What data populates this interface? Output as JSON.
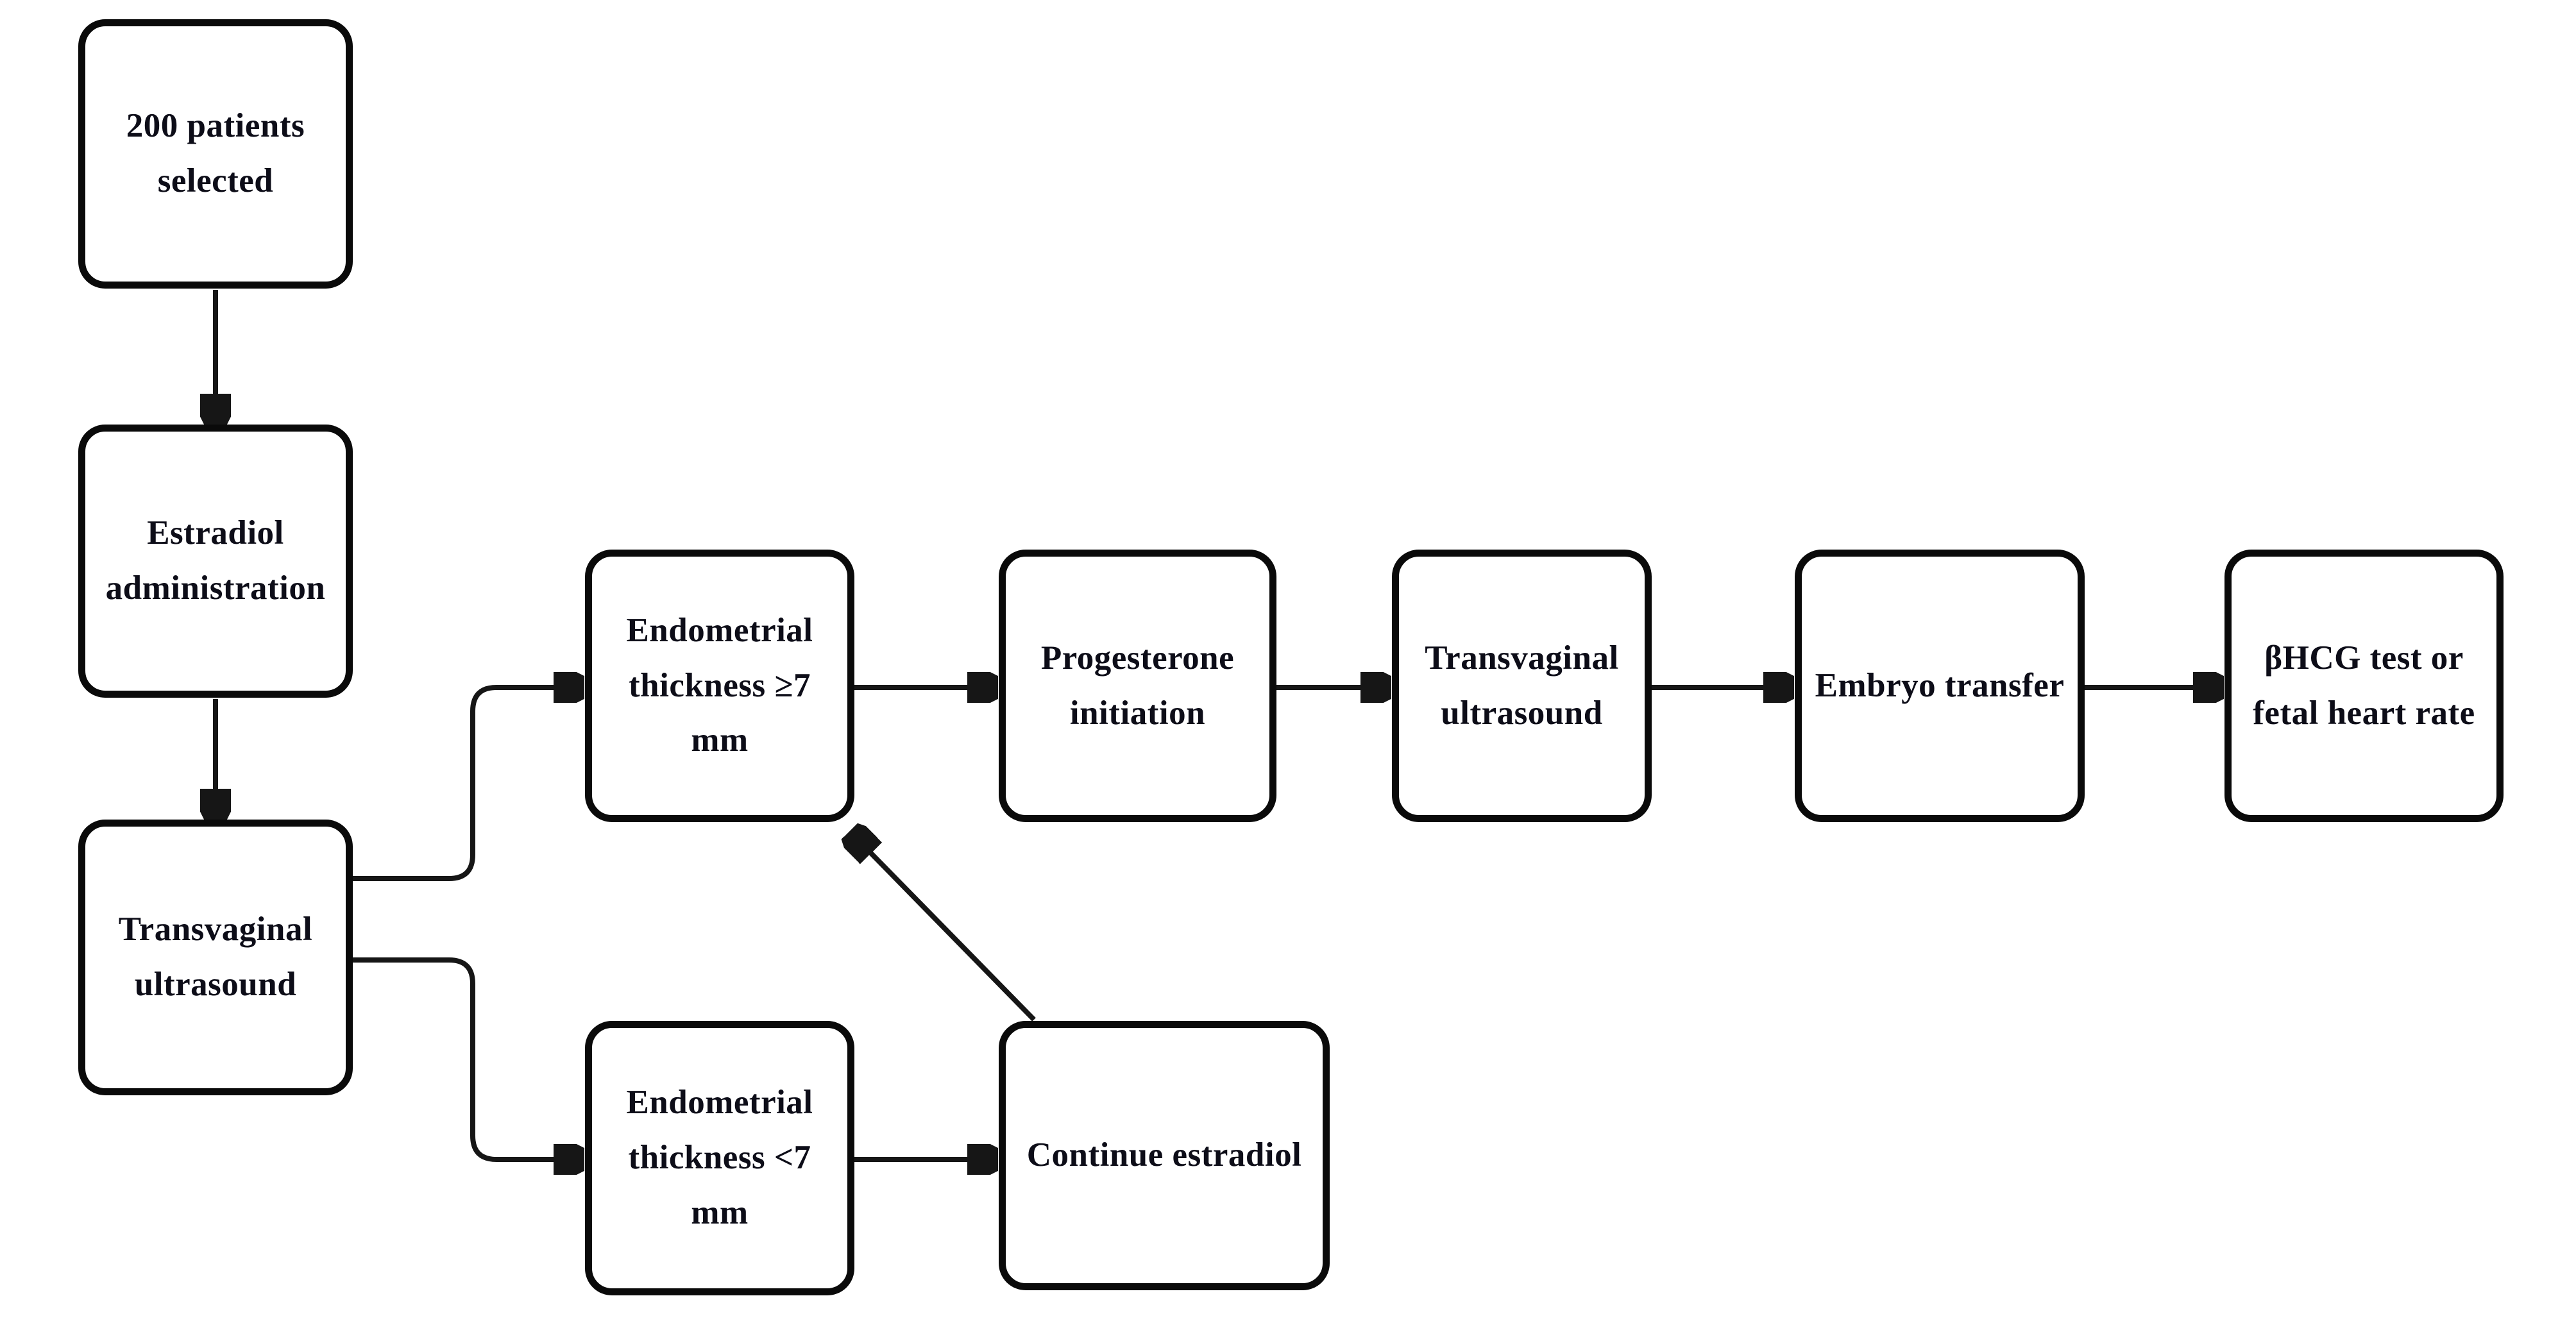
{
  "figure": {
    "type": "flowchart",
    "background_color": "#ffffff",
    "line_color": "#161616",
    "box_border_color": "#0a0a0a",
    "text_color": "#0d0d18",
    "nodes": [
      {
        "id": "patients-selected",
        "label": "200 patients selected"
      },
      {
        "id": "estradiol-administration",
        "label": "Estradiol administration"
      },
      {
        "id": "transvaginal-ultrasound-1",
        "label": "Transvaginal ultrasound"
      },
      {
        "id": "endometrial-thickness-ge7",
        "label": "Endometrial thickness ≥7 mm"
      },
      {
        "id": "progesterone-initiation",
        "label": "Progesterone initiation"
      },
      {
        "id": "transvaginal-ultrasound-2",
        "label": "Transvaginal ultrasound"
      },
      {
        "id": "embryo-transfer",
        "label": "Embryo transfer"
      },
      {
        "id": "bhcg-or-fetal-heart-rate",
        "label": "βHCG test or fetal heart rate"
      },
      {
        "id": "endometrial-thickness-lt7",
        "label": "Endometrial thickness <7 mm"
      },
      {
        "id": "continue-estradiol",
        "label": "Continue estradiol"
      }
    ],
    "edges": [
      {
        "from": "patients-selected",
        "to": "estradiol-administration"
      },
      {
        "from": "estradiol-administration",
        "to": "transvaginal-ultrasound-1"
      },
      {
        "from": "transvaginal-ultrasound-1",
        "to": "endometrial-thickness-ge7"
      },
      {
        "from": "transvaginal-ultrasound-1",
        "to": "endometrial-thickness-lt7"
      },
      {
        "from": "endometrial-thickness-ge7",
        "to": "progesterone-initiation"
      },
      {
        "from": "progesterone-initiation",
        "to": "transvaginal-ultrasound-2"
      },
      {
        "from": "transvaginal-ultrasound-2",
        "to": "embryo-transfer"
      },
      {
        "from": "embryo-transfer",
        "to": "bhcg-or-fetal-heart-rate"
      },
      {
        "from": "endometrial-thickness-lt7",
        "to": "continue-estradiol"
      },
      {
        "from": "continue-estradiol",
        "to": "endometrial-thickness-ge7"
      }
    ]
  }
}
